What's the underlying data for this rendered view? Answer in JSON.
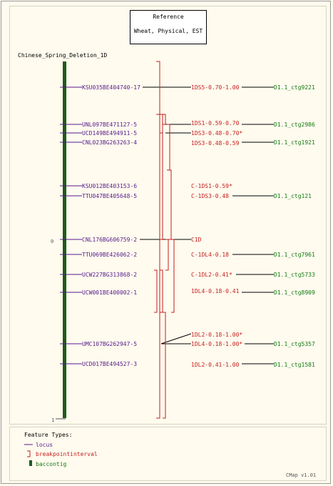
{
  "reference": {
    "title": "Reference",
    "subtitle": "Wheat, Physical, EST"
  },
  "map": {
    "title": "Chinese_Spring_Deletion_1D",
    "scale_top": "0",
    "scale_bottom": "1",
    "loci": [
      "KSU035BE404740-17",
      "UNL097BE471127-5",
      "UCD149BE494911-5",
      "CNL023BG263263-4",
      "KSU012BE403153-6",
      "TTU047BE405648-5",
      "CNL176BG606759-2",
      "TTU069BE426062-2",
      "UCW227BG313868-2",
      "UCW001BE400002-1",
      "UMC107BG262947-5",
      "UCD017BE494527-3"
    ],
    "breakpoints": [
      "1DS5-0.70-1.00",
      "1DS1-0.59-0.70",
      "1DS3-0.48-0.70*",
      "1DS3-0.48-0.59",
      "C-1DS1-0.59*",
      "C-1DS3-0.48",
      "C1D",
      "C-1DL4-0.18",
      "C-1DL2-0.41*",
      "1DL4-0.18-0.41",
      "1DL2-0.18-1.00*",
      "1DL4-0.18-1.00*",
      "1DL2-0.41-1.00"
    ],
    "contigs": [
      "D1.1_ctg9221",
      "D1.1_ctg2986",
      "D1.1_ctg1921",
      "D1.1_ctg121",
      "D1.1_ctg7961",
      "D1.1_ctg5733",
      "D1.1_ctg8909",
      "D1.1_ctg5357",
      "D1.1_ctg1581"
    ]
  },
  "legend": {
    "title": "Feature Types:",
    "items": [
      "locus",
      "breakpointinterval",
      "baccontig"
    ]
  },
  "version": "CMap v1.01",
  "colors": {
    "locus": "#551a8b",
    "breakpoint": "#c41e1e",
    "contig": "#137a13",
    "bar": "#1e5a1e"
  }
}
